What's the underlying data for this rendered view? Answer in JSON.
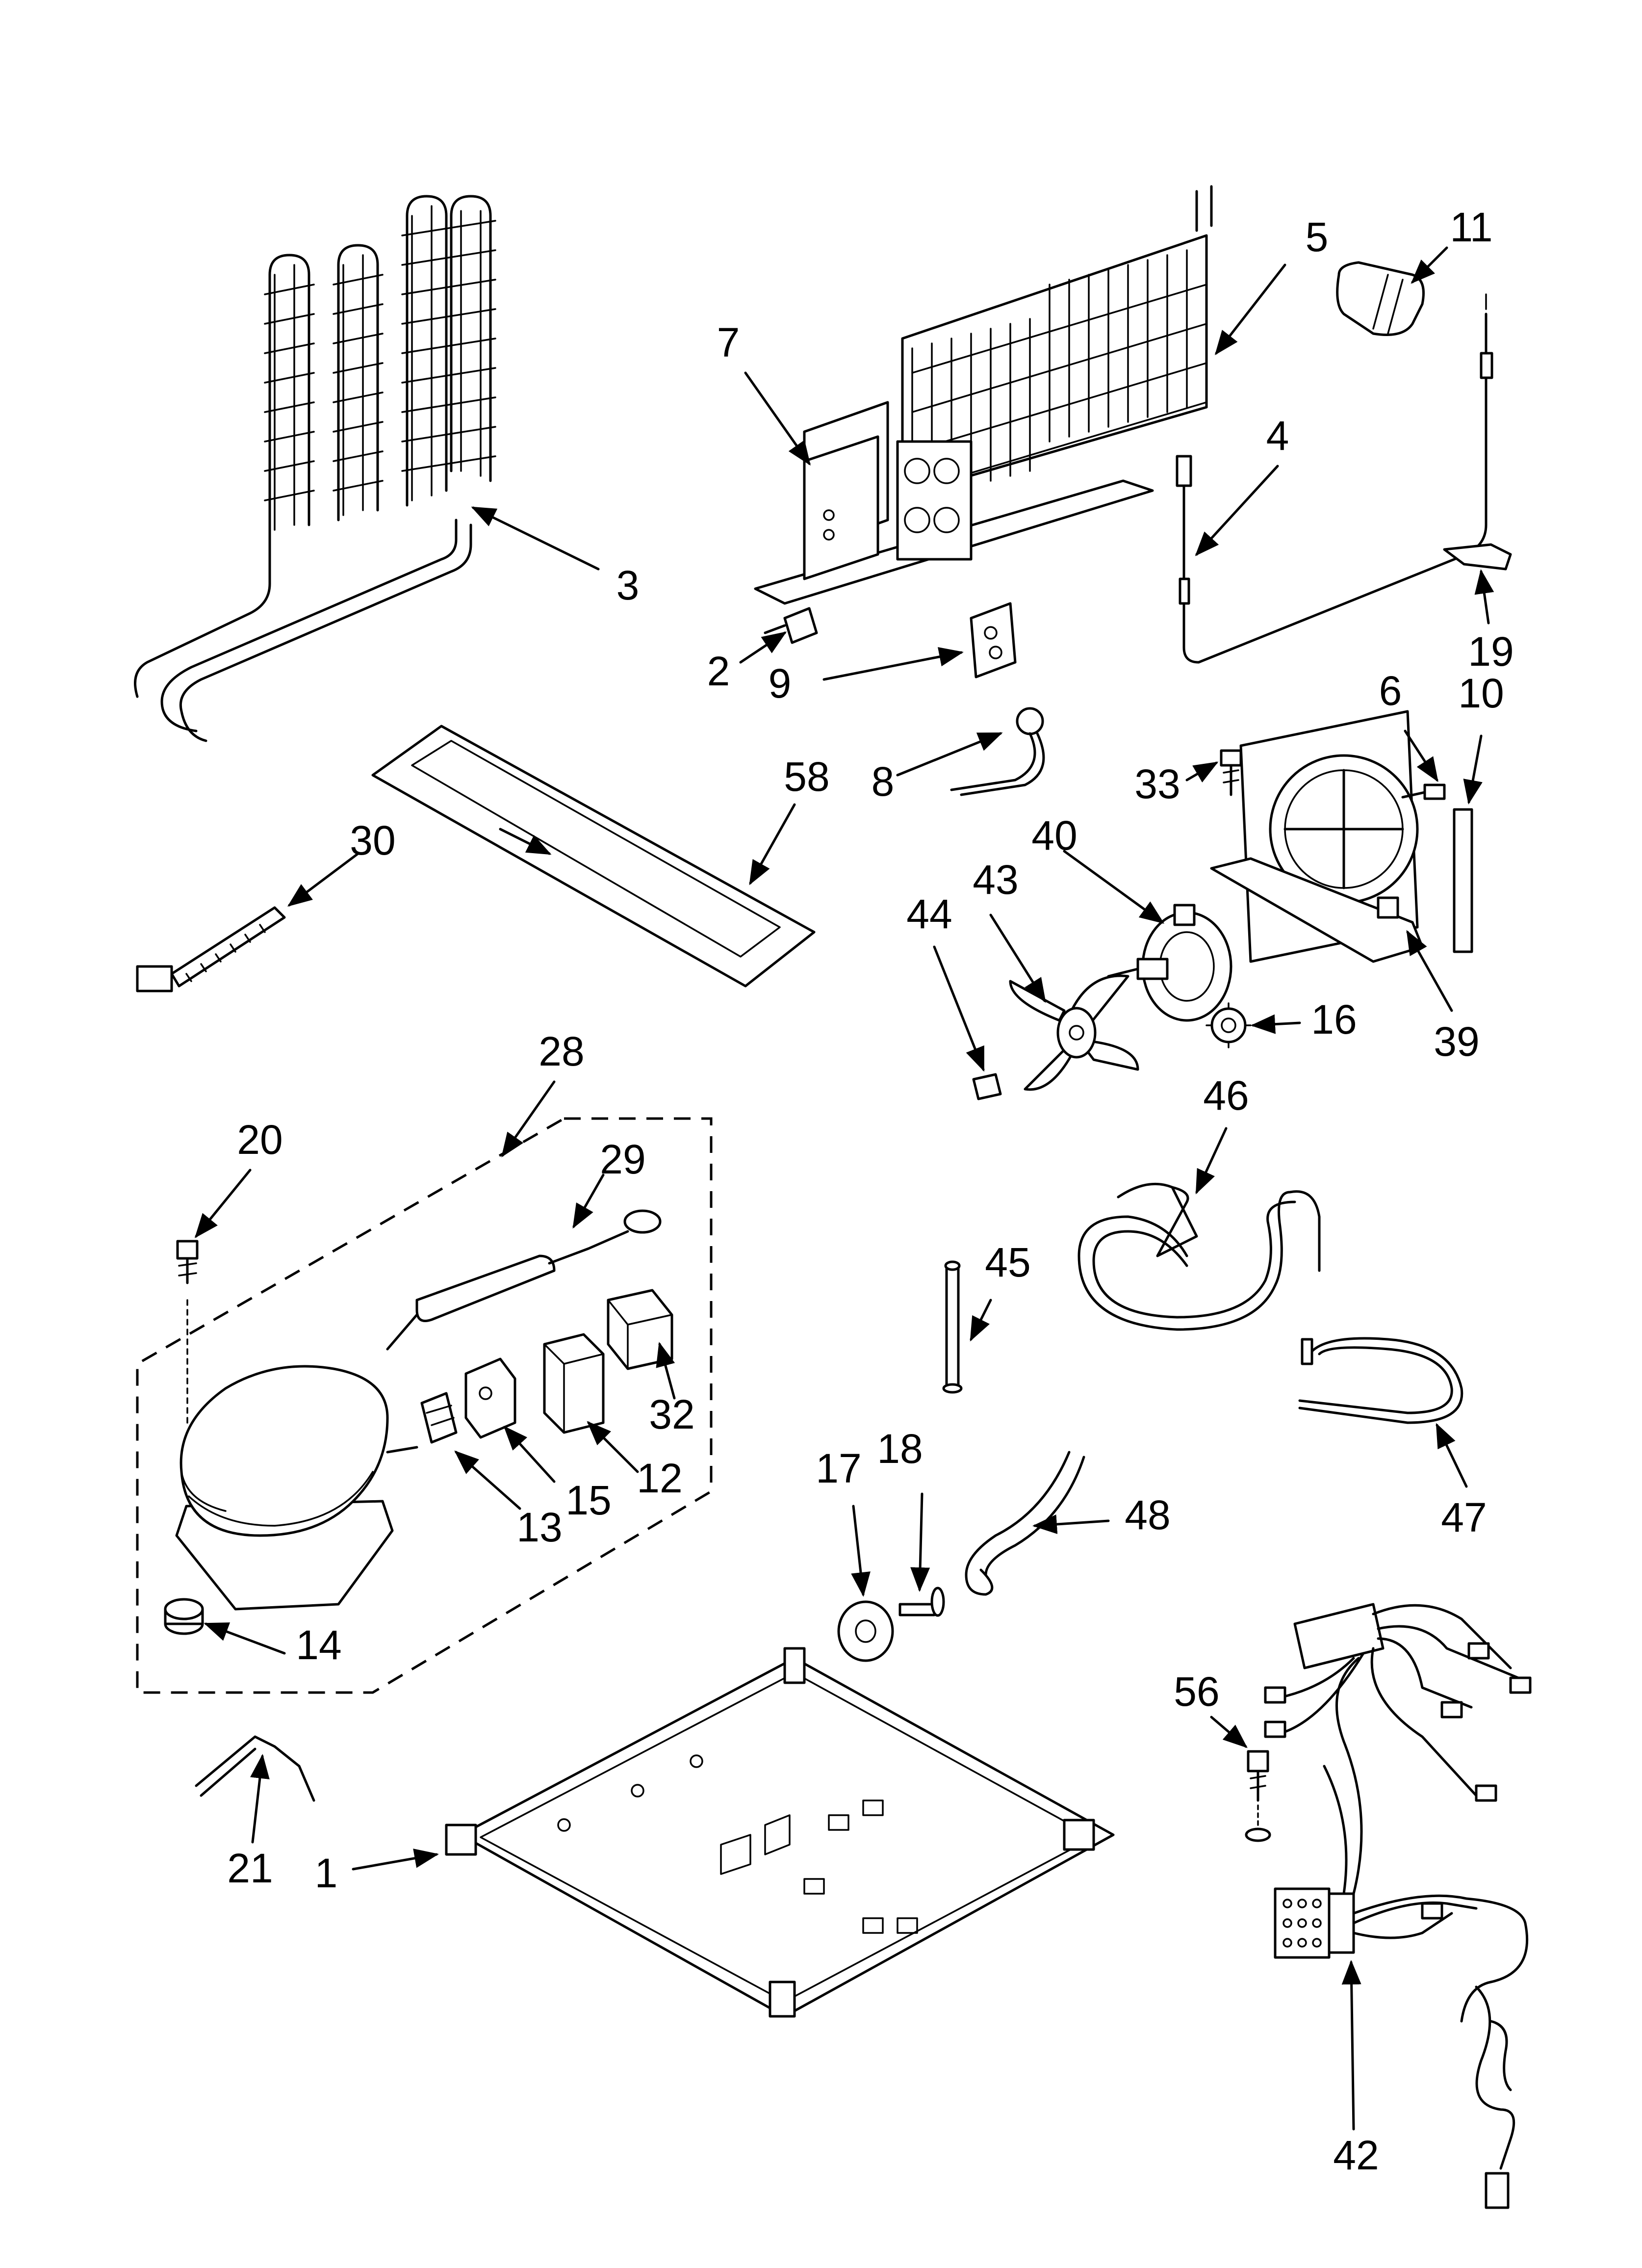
{
  "callouts": [
    {
      "id": "c1",
      "label": "1"
    },
    {
      "id": "c2",
      "label": "2"
    },
    {
      "id": "c3",
      "label": "3"
    },
    {
      "id": "c4",
      "label": "4"
    },
    {
      "id": "c5",
      "label": "5"
    },
    {
      "id": "c6",
      "label": "6"
    },
    {
      "id": "c7",
      "label": "7"
    },
    {
      "id": "c8",
      "label": "8"
    },
    {
      "id": "c9",
      "label": "9"
    },
    {
      "id": "c10",
      "label": "10"
    },
    {
      "id": "c11",
      "label": "11"
    },
    {
      "id": "c12",
      "label": "12"
    },
    {
      "id": "c13",
      "label": "13"
    },
    {
      "id": "c14",
      "label": "14"
    },
    {
      "id": "c15",
      "label": "15"
    },
    {
      "id": "c16",
      "label": "16"
    },
    {
      "id": "c17",
      "label": "17"
    },
    {
      "id": "c18",
      "label": "18"
    },
    {
      "id": "c19",
      "label": "19"
    },
    {
      "id": "c20",
      "label": "20"
    },
    {
      "id": "c21",
      "label": "21"
    },
    {
      "id": "c28",
      "label": "28"
    },
    {
      "id": "c29",
      "label": "29"
    },
    {
      "id": "c30",
      "label": "30"
    },
    {
      "id": "c32",
      "label": "32"
    },
    {
      "id": "c33",
      "label": "33"
    },
    {
      "id": "c39",
      "label": "39"
    },
    {
      "id": "c40",
      "label": "40"
    },
    {
      "id": "c42",
      "label": "42"
    },
    {
      "id": "c43",
      "label": "43"
    },
    {
      "id": "c44",
      "label": "44"
    },
    {
      "id": "c45",
      "label": "45"
    },
    {
      "id": "c46",
      "label": "46"
    },
    {
      "id": "c47",
      "label": "47"
    },
    {
      "id": "c48",
      "label": "48"
    },
    {
      "id": "c56",
      "label": "56"
    },
    {
      "id": "c58",
      "label": "58"
    }
  ]
}
